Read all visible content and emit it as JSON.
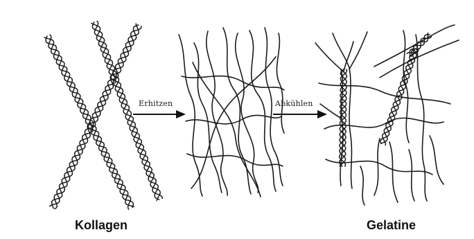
{
  "labels": {
    "heating": "Erhitzen",
    "cooling": "Abkühlen",
    "collagen": "Kollagen",
    "gelatine": "Gelatine"
  },
  "colors": {
    "background": "#ffffff",
    "ink": "#1a1a1a"
  }
}
